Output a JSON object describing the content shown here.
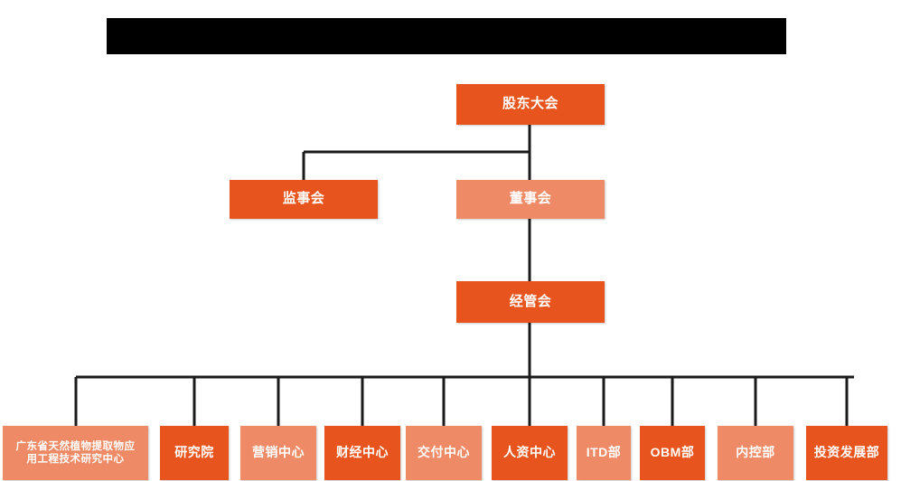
{
  "diagram": {
    "type": "organization-chart",
    "title_banner": {
      "text": "",
      "redacted": true,
      "color": "#000000"
    },
    "colors": {
      "background": "#FFFFFF",
      "node_dark": "#E8541D",
      "node_light": "#EE8A65",
      "connector": "#1A1A1A",
      "node_text": "#FFFFFF"
    },
    "levels": [
      {
        "level": 1,
        "nodes": [
          {
            "id": "shareholders",
            "label": "股东大会",
            "style": "dark"
          }
        ]
      },
      {
        "level": 2,
        "nodes": [
          {
            "id": "supervisory",
            "label": "监事会",
            "style": "dark"
          },
          {
            "id": "board",
            "label": "董事会",
            "style": "light"
          }
        ]
      },
      {
        "level": 3,
        "nodes": [
          {
            "id": "management",
            "label": "经管会",
            "style": "dark"
          }
        ]
      },
      {
        "level": 4,
        "nodes": [
          {
            "id": "research-center",
            "label": "广东省天然植物提取物应\n用工程技术研究中心",
            "style": "light"
          },
          {
            "id": "institute",
            "label": "研究院",
            "style": "dark"
          },
          {
            "id": "marketing-center",
            "label": "营销中心",
            "style": "light"
          },
          {
            "id": "finance-center",
            "label": "财经中心",
            "style": "dark"
          },
          {
            "id": "delivery-center",
            "label": "交付中心",
            "style": "light"
          },
          {
            "id": "hr-center",
            "label": "人资中心",
            "style": "dark"
          },
          {
            "id": "itd-dept",
            "label": "ITD部",
            "style": "light"
          },
          {
            "id": "obm-dept",
            "label": "OBM部",
            "style": "dark"
          },
          {
            "id": "internal-control-dept",
            "label": "内控部",
            "style": "light"
          },
          {
            "id": "investment-development-dept",
            "label": "投资发展部",
            "style": "dark"
          }
        ]
      }
    ],
    "edges": [
      {
        "from": "shareholders",
        "to": "supervisory"
      },
      {
        "from": "shareholders",
        "to": "board"
      },
      {
        "from": "board",
        "to": "management"
      },
      {
        "from": "management",
        "to": "research-center"
      },
      {
        "from": "management",
        "to": "institute"
      },
      {
        "from": "management",
        "to": "marketing-center"
      },
      {
        "from": "management",
        "to": "finance-center"
      },
      {
        "from": "management",
        "to": "delivery-center"
      },
      {
        "from": "management",
        "to": "hr-center"
      },
      {
        "from": "management",
        "to": "itd-dept"
      },
      {
        "from": "management",
        "to": "obm-dept"
      },
      {
        "from": "management",
        "to": "internal-control-dept"
      },
      {
        "from": "management",
        "to": "investment-development-dept"
      }
    ]
  }
}
